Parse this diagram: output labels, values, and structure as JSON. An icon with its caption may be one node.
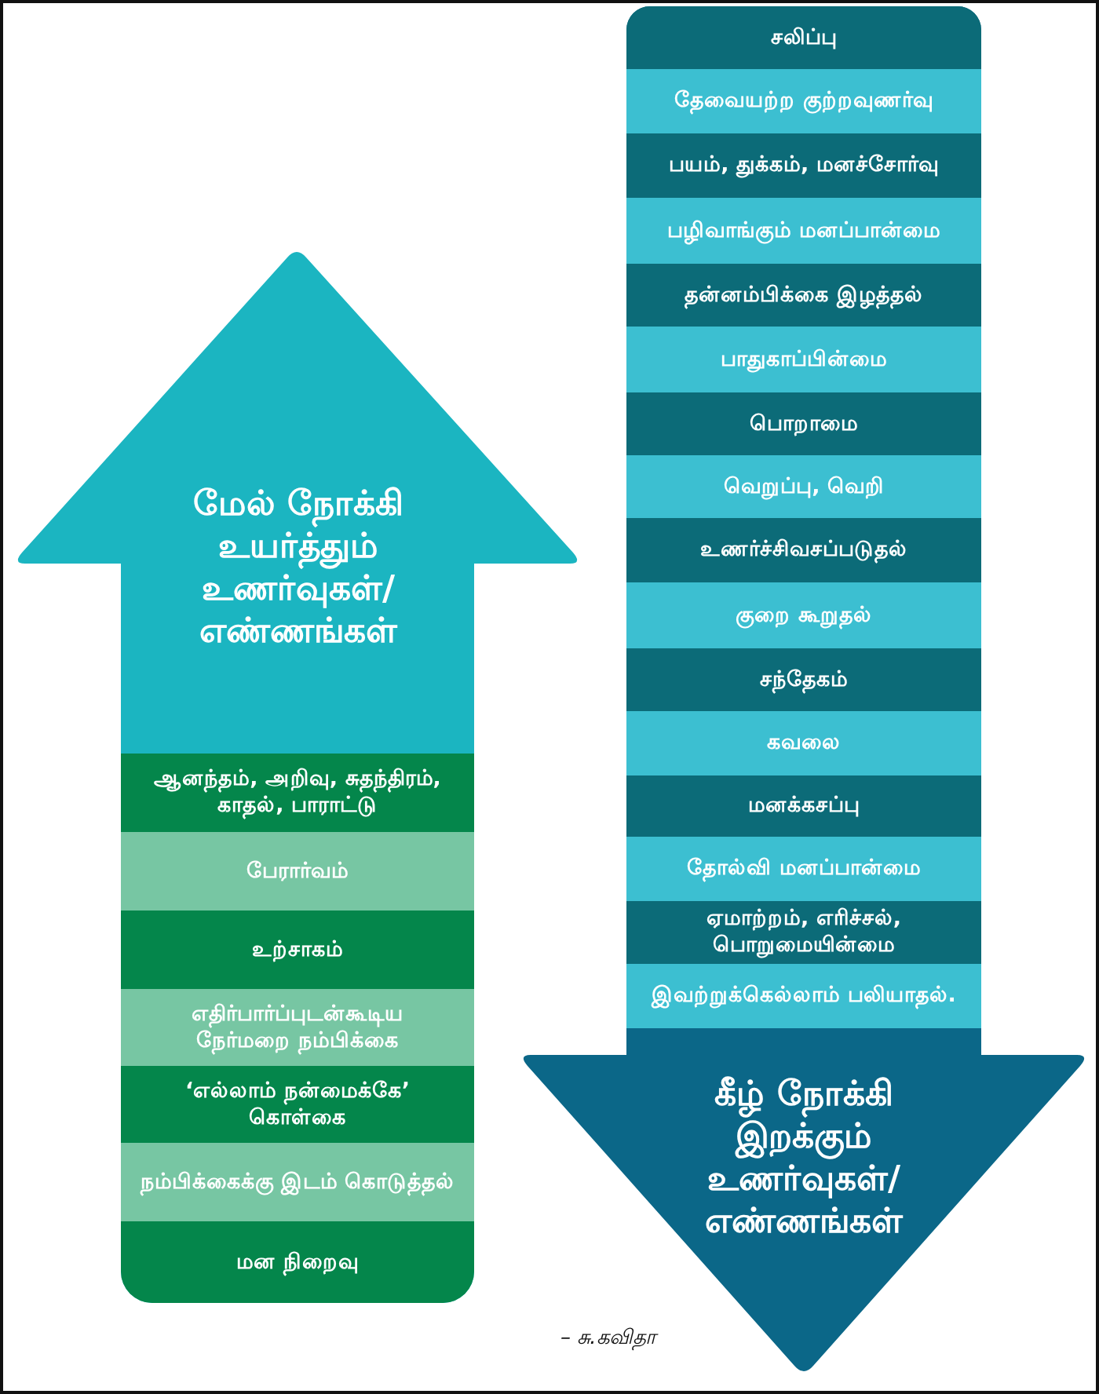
{
  "diagram": {
    "nodes": [
      {
        "text": [
          "மேல் நோக்கி உயர்த்தும் உணர்வுகள்/ எண்ணங்கள்"
        ]
      },
      {
        "text": [
          "ஆனந்தம், அறிவு, சுதந்திரம், காதல், பாராட்டு"
        ],
        "in": 0
      },
      {
        "text": [
          "பேரார்வம்"
        ],
        "in": 0
      },
      {
        "text": [
          "உற்சாகம்"
        ],
        "in": 0
      },
      {
        "text": [
          "எதிர்பார்ப்புடன்கூடிய நேர்மறை நம்பிக்கை"
        ],
        "in": 0
      },
      {
        "text": [
          "‘எல்லாம் நன்மைக்கே’ கொள்கை"
        ],
        "in": 0
      },
      {
        "text": [
          "நம்பிக்கைக்கு இடம் கொடுத்தல்"
        ],
        "in": 0
      },
      {
        "text": [
          "மன நிறைவு"
        ],
        "in": 0
      },
      {
        "text": [
          "கீழ் நோக்கி இறக்கும் உணர்வுகள்/ எண்ணங்கள்"
        ]
      },
      {
        "text": [
          "சலிப்பு"
        ],
        "in": 8
      },
      {
        "text": [
          "தேவையற்ற குற்றவுணர்வு"
        ],
        "in": 8
      },
      {
        "text": [
          "பயம், துக்கம், மனச்சோர்வு"
        ],
        "in": 8
      },
      {
        "text": [
          "பழிவாங்கும் மனப்பான்மை"
        ],
        "in": 8
      },
      {
        "text": [
          "தன்னம்பிக்கை இழத்தல்"
        ],
        "in": 8
      },
      {
        "text": [
          "பாதுகாப்பின்மை"
        ],
        "in": 8
      },
      {
        "text": [
          "பொறாமை"
        ],
        "in": 8
      },
      {
        "text": [
          "வெறுப்பு, வெறி"
        ],
        "in": 8
      },
      {
        "text": [
          "உணர்ச்சிவசப்படுதல்"
        ],
        "in": 8
      },
      {
        "text": [
          "குறை கூறுதல்"
        ],
        "in": 8
      },
      {
        "text": [
          "சந்தேகம்"
        ],
        "in": 8
      },
      {
        "text": [
          "கவலை"
        ],
        "in": 8
      },
      {
        "text": [
          "மனக்கசப்பு"
        ],
        "in": 8
      },
      {
        "text": [
          "தோல்வி மனப்பான்மை"
        ],
        "in": 8
      },
      {
        "text": [
          "ஏமாற்றம், எரிச்சல், பொறுமையின்மை"
        ],
        "in": 8
      },
      {
        "text": [
          "இவற்றுக்கெல்லாம் பலியாதல்."
        ],
        "in": 8
      }
    ],
    "labels": [
      "– சு.கவிதா"
    ]
  }
}
